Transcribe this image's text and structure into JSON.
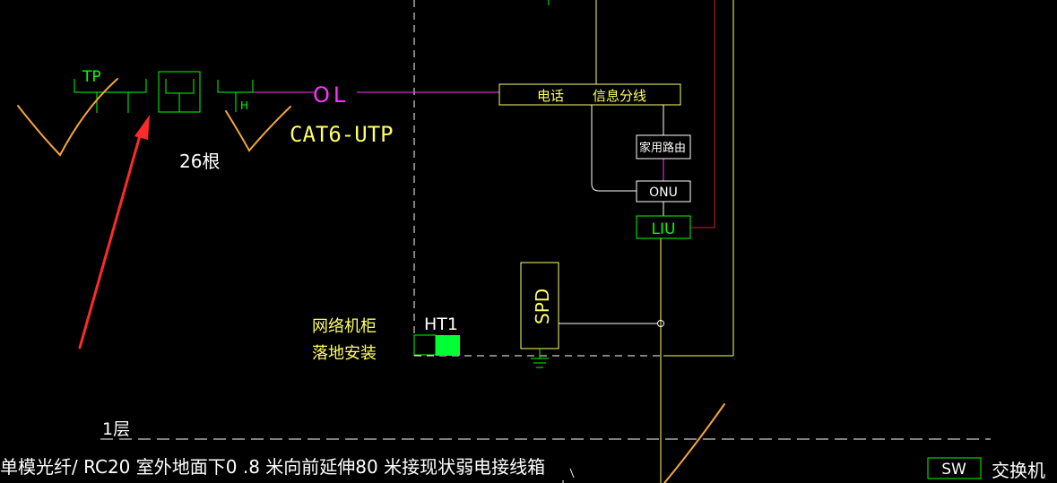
{
  "labels": {
    "tp": "TP",
    "h": "H",
    "ol": "OL",
    "cat6": "CAT6-UTP",
    "count": "26根",
    "phone_splitter_1": "电话",
    "phone_splitter_2": "信息分线",
    "router": "家用路由",
    "onu": "ONU",
    "liu": "LIU",
    "spd": "SPD",
    "ht1": "HT1",
    "cabinet_1": "网络机柜",
    "cabinet_2": "落地安装",
    "floor": "1层",
    "bottom_note": "单模光纤/ RC20 室外地面下0 .8 米向前延伸80 米接现状弱电接线箱",
    "sw": "SW",
    "switch": "交换机"
  },
  "colors": {
    "background": "#000000",
    "green": "#00ff00",
    "yellow": "#ffff66",
    "magenta": "#ff33ff",
    "white": "#ffffff",
    "red_arrow": "#ff2a2a",
    "orange_mark": "#f4a63a",
    "dark_red_line": "#cc2233",
    "green_fill": "#00ff33"
  }
}
